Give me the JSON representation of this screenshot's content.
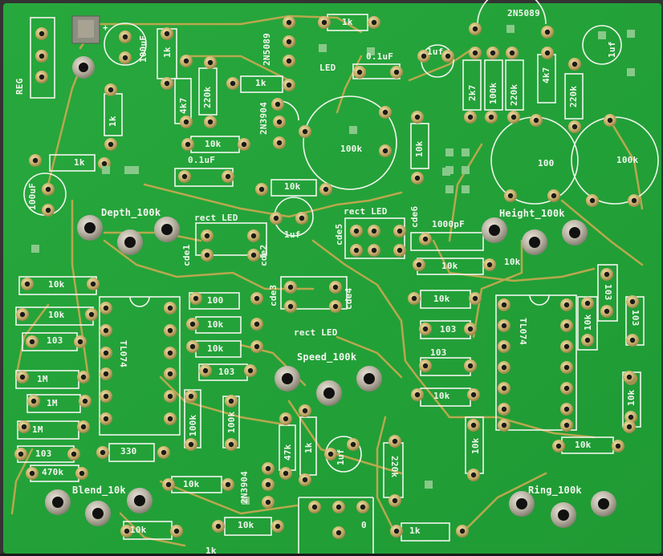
{
  "board": {
    "background": "#23a33a",
    "trace_color": "#b8a84e",
    "silk_color": "#f2f6ee",
    "pad_color": "#c9b36a"
  },
  "labels": {
    "reg": "REG",
    "plus": "+",
    "cap_100uf_top": "100uF",
    "r_1k_reg": "1k",
    "r_4k7_a": "4k7",
    "r_220k_a": "220k",
    "q_2n5089_a": "2N5089",
    "r_1k_top": "1k",
    "led": "LED",
    "cap_01uf_top": "0.1uF",
    "cap_1uf_top": "1uf",
    "q_2n5089_b": "2N5089",
    "r_2k7": "2k7",
    "r_100k_b": "100k",
    "r_220k_b": "220k",
    "r_4k7_b": "4k7",
    "r_220k_c": "220k",
    "cap_1uf_tr": "1uf",
    "r_1k_b": "1k",
    "r_1k_c": "1k",
    "q_2n3904": "2N3904",
    "r_10k_a": "10k",
    "cap_01uf_b": "0.1uF",
    "pot_100k_mid": "100k",
    "r_10k_mid": "10k",
    "pot_100": "100",
    "pot_100k_right": "100k",
    "cap_100uf_left": "100uF",
    "r_1k_left": "1k",
    "r_10k_b": "10k",
    "pot_depth": "Depth_100k",
    "rect_led_a": "rect LED",
    "cde1": "cde1",
    "cde2": "cde2",
    "cap_1uf_mid": "1uf",
    "rect_led_b": "rect LED",
    "cde5": "cde5",
    "cde6": "cde6",
    "cap_1000pf": "1000pF",
    "pot_height": "Height_100k",
    "r_10k_c": "10k",
    "r_10k_d": "10k",
    "cde3": "cde3",
    "cde4": "cde4",
    "rect_led_c": "rect LED",
    "r_10k_e": "10k",
    "r_10k_f": "10k",
    "r_103_a": "103",
    "ic_left": "TL074",
    "r_100": "100",
    "r_10k_g": "10k",
    "r_10k_h": "10k",
    "r_103_b": "103",
    "pot_speed": "Speed_100k",
    "r_10k_i": "10k",
    "r_103_c": "103",
    "r_103_d": "103",
    "r_10k_j": "10k",
    "ic_right": "TL074",
    "r_10k_k": "10k",
    "r_103_e": "103",
    "r_103_f": "103",
    "r_1m_a": "1M",
    "r_1m_b": "1M",
    "r_1m_c": "1M",
    "r_103_g": "103",
    "r_470k": "470k",
    "r_330": "330",
    "r_100k_c": "100k",
    "r_100k_d": "100k",
    "r_47k": "47k",
    "r_1k_d": "1k",
    "cap_1uf_bottom": "1uf",
    "r_220k_d": "220k",
    "r_10k_l": "10k",
    "r_10k_m": "10k",
    "pot_blend": "Blend_10k",
    "r_10k_n": "10k",
    "q_2n3904_b": "2N3904",
    "r_10k_o": "10k",
    "r_10k_p": "10k",
    "r_1k_e": "1k",
    "pot_ring": "Ring_100k",
    "zero": "0",
    "r_1k_bottom_left": "1k"
  }
}
